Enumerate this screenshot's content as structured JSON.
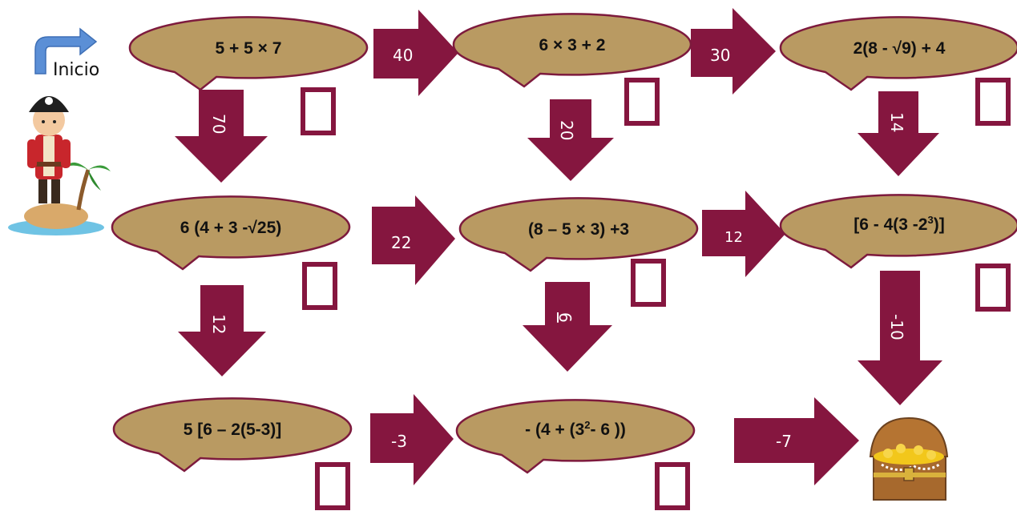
{
  "start": {
    "label": "Inicio",
    "icon": "curved-arrow-icon"
  },
  "colors": {
    "bubble_fill": "#b99a62",
    "bubble_stroke": "#7d1a3d",
    "arrow_fill": "#85163f",
    "answer_box_stroke": "#85163f",
    "start_arrow": "#5b8fd6"
  },
  "expressions": {
    "e1": "5 + 5 × 7",
    "e2": "6 × 3 + 2",
    "e3": "2(8 - √9) + 4",
    "e4": "6 (4 + 3 -√25)",
    "e5": "(8 – 5 × 3) +3",
    "e6_main": "[6 - 4(3 -2",
    "e6_sup": "3",
    "e6_end": ")]",
    "e7": "5 [6 – 2(5-3)]",
    "e8_main": "- (4 + (3",
    "e8_sup": "2",
    "e8_end": "- 6 ))"
  },
  "arrows": {
    "a1": "40",
    "a2": "30",
    "a3": "70",
    "a4": "20",
    "a5": "14",
    "a6": "22",
    "a7": "12",
    "a8": "12",
    "a9": "6",
    "a10": "-10",
    "a11": "-3",
    "a12": "-7"
  },
  "images": {
    "pirate": "pirate-on-island-icon",
    "treasure": "treasure-chest-icon"
  }
}
